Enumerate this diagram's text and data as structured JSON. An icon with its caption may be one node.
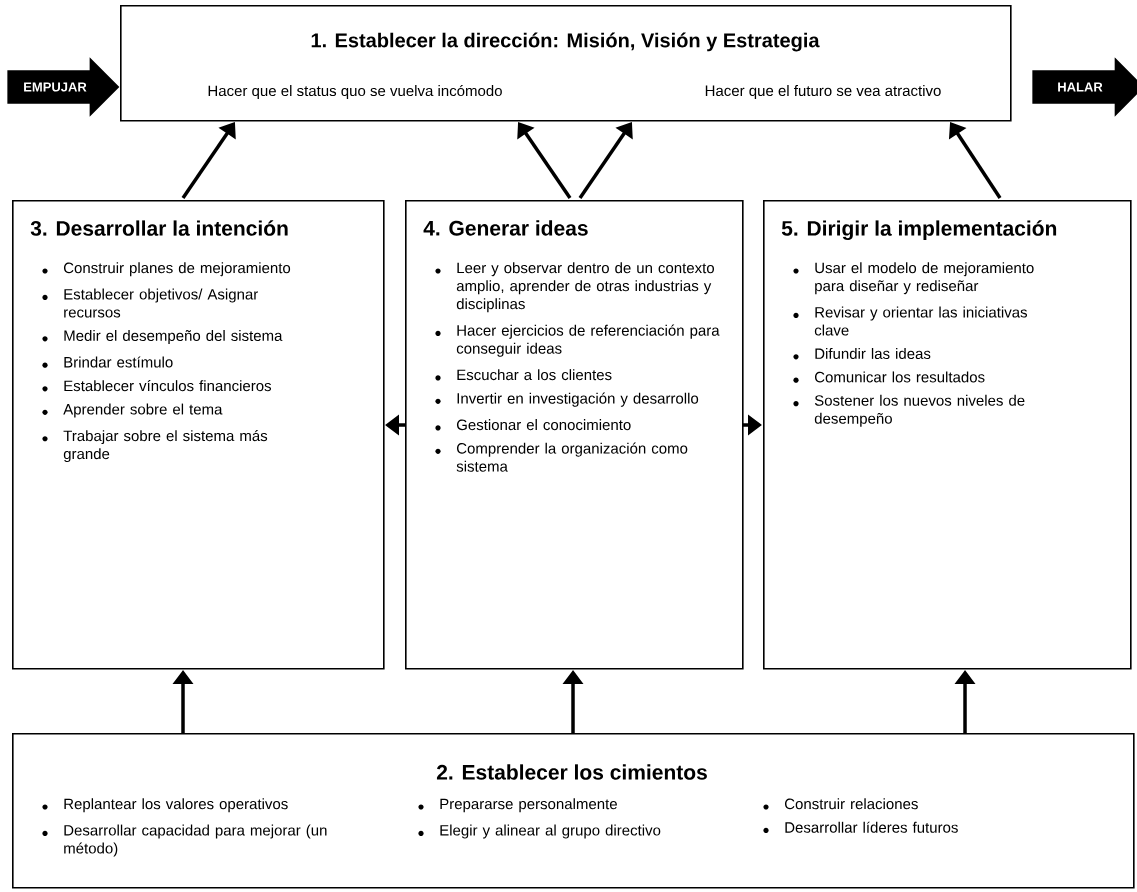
{
  "diagram": {
    "nodes": [
      {
        "text": [
          "1. Establecer la dirección: Misión, Visión y Estrategia",
          "Hacer que el status quo se vuelva incómodo",
          "Hacer que el futuro se vea atractivo"
        ]
      },
      {
        "text": [
          "EMPUJAR"
        ]
      },
      {
        "text": [
          "HALAR"
        ]
      },
      {
        "text": [
          "3. Desarrollar la intención",
          "Construir planes de mejoramiento",
          "Establecer objetivos/ Asignar recursos",
          "Medir el desempeño del sistema",
          "Brindar estímulo",
          "Establecer vínculos financieros",
          "Aprender sobre el tema",
          "Trabajar sobre el sistema más grande"
        ]
      },
      {
        "text": [
          "4. Generar ideas",
          "Leer y observar dentro de un contexto amplio, aprender de otras industrias y disciplinas",
          "Hacer ejercicios de referenciación para conseguir ideas",
          "Escuchar a los clientes",
          "Invertir en investigación y desarrollo",
          "Gestionar el conocimiento",
          "Comprender la organización como sistema"
        ]
      },
      {
        "text": [
          "5. Dirigir la implementación",
          "Usar el modelo de mejoramiento para diseñar y rediseñar",
          "Revisar y orientar las iniciativas clave",
          "Difundir las ideas",
          "Comunicar los resultados",
          "Sostener los nuevos niveles de desempeño"
        ]
      },
      {
        "text": [
          "2. Establecer los cimientos",
          "Replantear los valores operativos",
          "Desarrollar capacidad para mejorar (un método)",
          "Prepararse personalmente",
          "Elegir y alinear al grupo directivo",
          "Construir relaciones",
          "Desarrollar líderes futuros"
        ]
      }
    ],
    "edges": [
      {
        "from": 3,
        "to": 0,
        "arrow": "to"
      },
      {
        "from": 4,
        "to": 0,
        "arrow": "to"
      },
      {
        "from": 4,
        "to": 0,
        "arrow": "to"
      },
      {
        "from": 5,
        "to": 0,
        "arrow": "to"
      },
      {
        "from": 4,
        "to": 3,
        "arrow": "to"
      },
      {
        "from": 4,
        "to": 5,
        "arrow": "to"
      },
      {
        "from": 6,
        "to": 3,
        "arrow": "to"
      },
      {
        "from": 6,
        "to": 4,
        "arrow": "to"
      },
      {
        "from": 6,
        "to": 5,
        "arrow": "to"
      }
    ]
  }
}
